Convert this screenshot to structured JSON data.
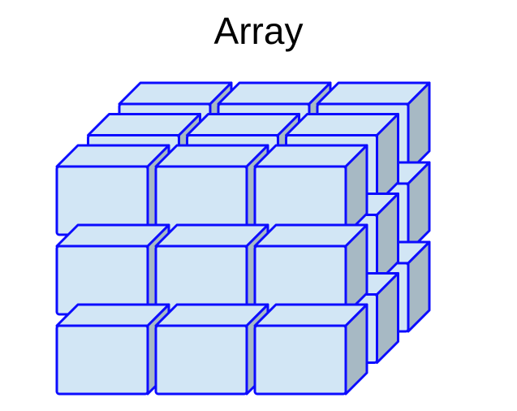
{
  "title": "Array",
  "array": {
    "columns": 3,
    "rows": 3,
    "layers": 3
  },
  "colors": {
    "edge": "#0c0cff",
    "front_face": "#d2e6f5",
    "top_face": "#d2e6f5",
    "side_face": "#a7b9c4",
    "background": "#ffffff",
    "title": "#000000"
  }
}
